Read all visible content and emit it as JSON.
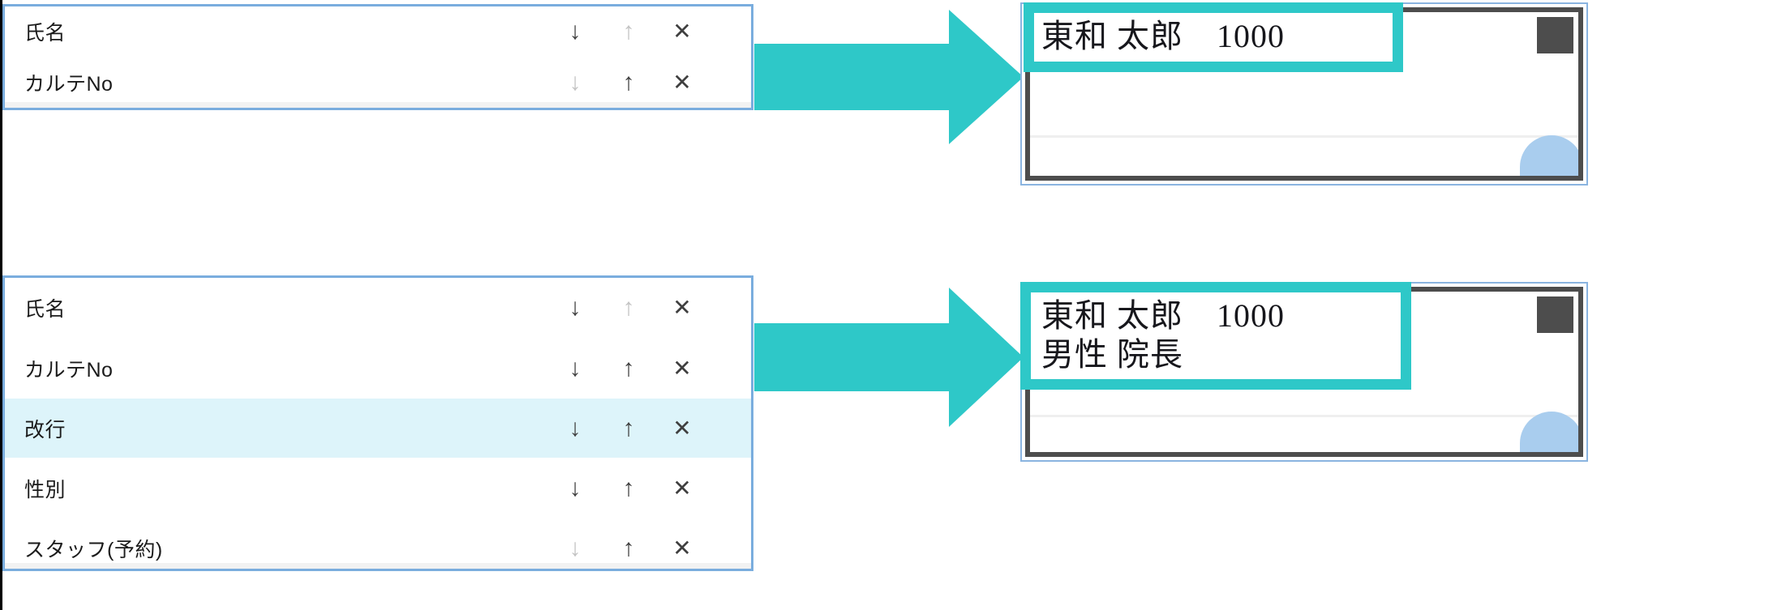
{
  "accent": {
    "teal": "#2ec8c8",
    "list_border_blue": "#7aadde",
    "row_selected_bg": "#ddf4fa",
    "card_border_gray": "#4d4d4d",
    "card_outer_blue": "#8ab4e0",
    "blob_blue": "#a9cdee",
    "icon_enabled": "#3f3f3f",
    "icon_disabled": "#c3c3c3"
  },
  "icons": {
    "move_down": "↓",
    "move_up": "↑",
    "remove": "✕",
    "move_down_name": "arrow-down-icon",
    "move_up_name": "arrow-up-icon",
    "remove_name": "close-icon"
  },
  "lists": [
    {
      "id": "before",
      "name": "field-list-before",
      "rows": [
        {
          "label": "氏名",
          "down_enabled": true,
          "up_enabled": false,
          "remove_enabled": true,
          "selected": false
        },
        {
          "label": "カルテNo",
          "down_enabled": false,
          "up_enabled": true,
          "remove_enabled": true,
          "selected": false
        }
      ]
    },
    {
      "id": "after",
      "name": "field-list-after",
      "rows": [
        {
          "label": "氏名",
          "down_enabled": true,
          "up_enabled": false,
          "remove_enabled": true,
          "selected": false
        },
        {
          "label": "カルテNo",
          "down_enabled": true,
          "up_enabled": true,
          "remove_enabled": true,
          "selected": false
        },
        {
          "label": "改行",
          "down_enabled": true,
          "up_enabled": true,
          "remove_enabled": true,
          "selected": true
        },
        {
          "label": "性別",
          "down_enabled": true,
          "up_enabled": true,
          "remove_enabled": true,
          "selected": false
        },
        {
          "label": "スタッフ(予約)",
          "down_enabled": false,
          "up_enabled": true,
          "remove_enabled": true,
          "selected": false
        }
      ]
    }
  ],
  "arrows": [
    {
      "name": "flow-arrow-top",
      "direction": "right"
    },
    {
      "name": "flow-arrow-bottom",
      "direction": "right"
    }
  ],
  "cards": [
    {
      "id": "top",
      "name": "card-preview-before",
      "text": "東和 太郎　1000",
      "lines": [
        "東和 太郎　1000"
      ]
    },
    {
      "id": "bottom",
      "name": "card-preview-after",
      "text": "東和 太郎　1000\n男性 院長",
      "lines": [
        "東和 太郎　1000",
        "男性 院長"
      ]
    }
  ]
}
